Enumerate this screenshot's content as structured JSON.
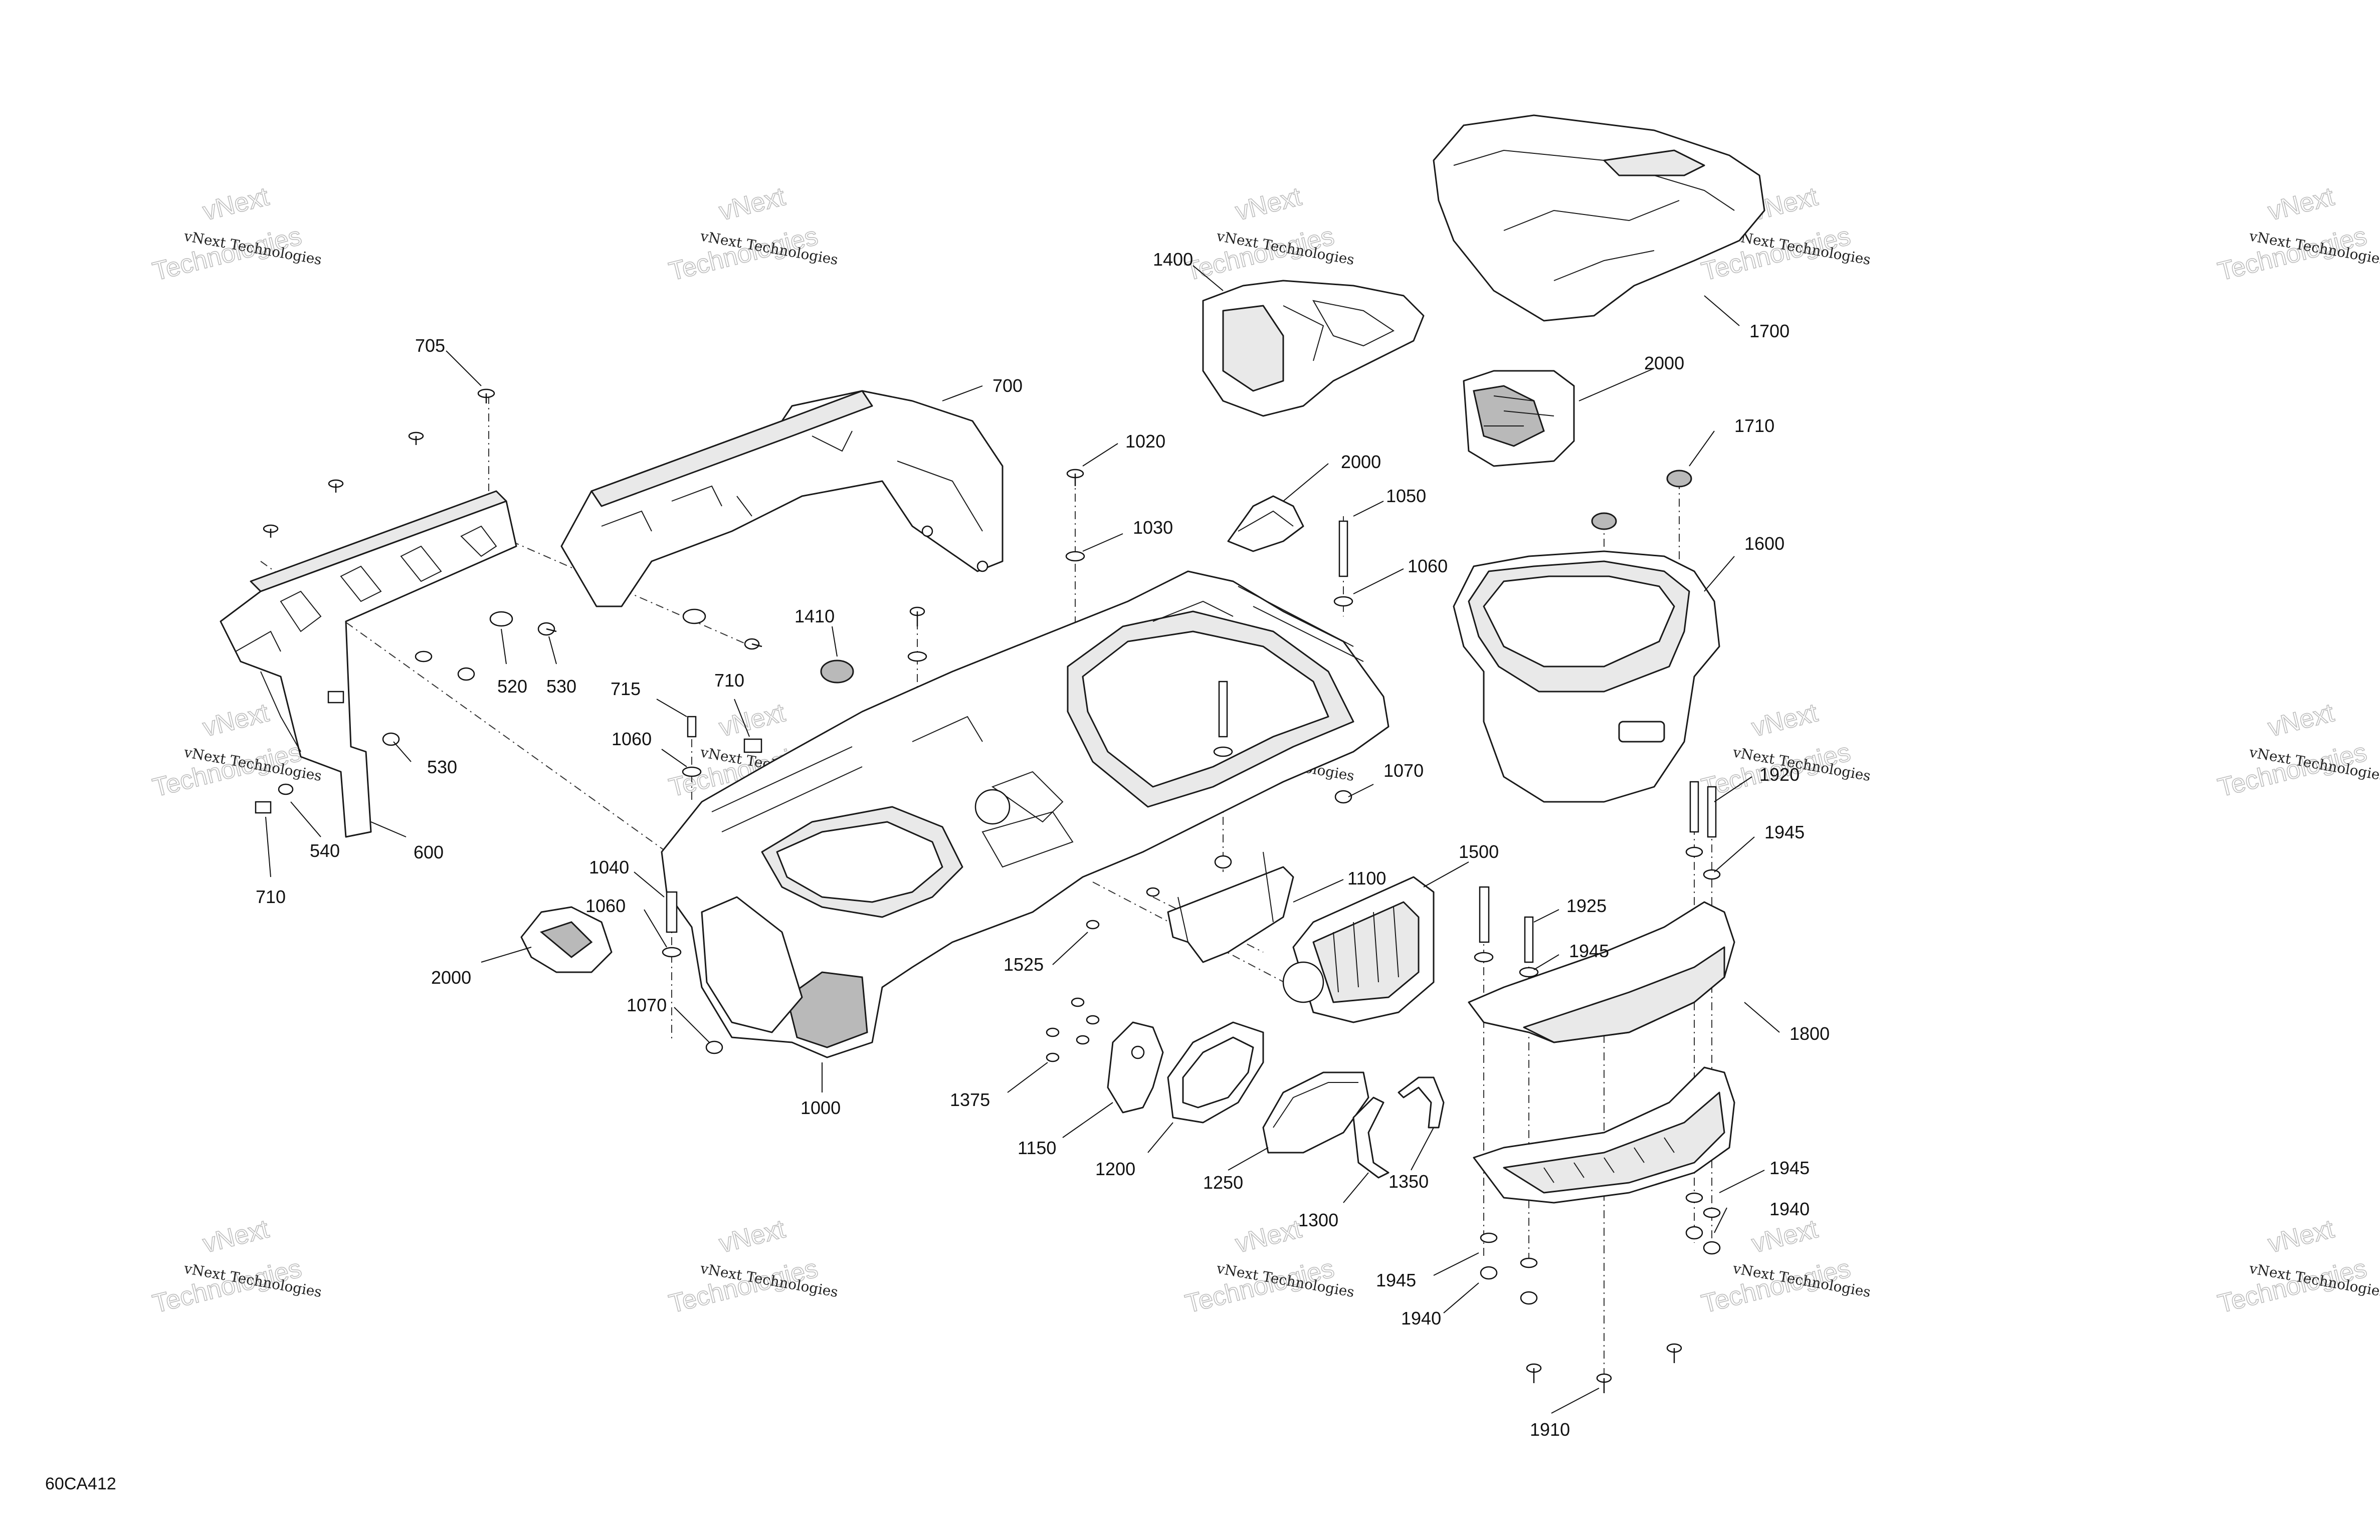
{
  "drawing_code": "60CA412",
  "watermark": {
    "line_small": "vNext Technologies",
    "line_big_1": "vNext",
    "line_big_2": "Technologies"
  },
  "callouts": [
    {
      "id": "c705",
      "label": "705"
    },
    {
      "id": "c700",
      "label": "700"
    },
    {
      "id": "c1400",
      "label": "1400"
    },
    {
      "id": "c1700",
      "label": "1700"
    },
    {
      "id": "c2000a",
      "label": "2000"
    },
    {
      "id": "c1020",
      "label": "1020"
    },
    {
      "id": "c2000b",
      "label": "2000"
    },
    {
      "id": "c1710",
      "label": "1710"
    },
    {
      "id": "c1050",
      "label": "1050"
    },
    {
      "id": "c1030",
      "label": "1030"
    },
    {
      "id": "c1600",
      "label": "1600"
    },
    {
      "id": "c1060a",
      "label": "1060"
    },
    {
      "id": "c1410",
      "label": "1410"
    },
    {
      "id": "c520",
      "label": "520"
    },
    {
      "id": "c530a",
      "label": "530"
    },
    {
      "id": "c715",
      "label": "715"
    },
    {
      "id": "c710a",
      "label": "710"
    },
    {
      "id": "c1060b",
      "label": "1060"
    },
    {
      "id": "c530b",
      "label": "530"
    },
    {
      "id": "c1070a",
      "label": "1070"
    },
    {
      "id": "c1920",
      "label": "1920"
    },
    {
      "id": "c1945a",
      "label": "1945"
    },
    {
      "id": "c540",
      "label": "540"
    },
    {
      "id": "c600",
      "label": "600"
    },
    {
      "id": "c1500",
      "label": "1500"
    },
    {
      "id": "c1040",
      "label": "1040"
    },
    {
      "id": "c1100",
      "label": "1100"
    },
    {
      "id": "c1925",
      "label": "1925"
    },
    {
      "id": "c710b",
      "label": "710"
    },
    {
      "id": "c1060c",
      "label": "1060"
    },
    {
      "id": "c1945b",
      "label": "1945"
    },
    {
      "id": "c1525",
      "label": "1525"
    },
    {
      "id": "c2000c",
      "label": "2000"
    },
    {
      "id": "c1070b",
      "label": "1070"
    },
    {
      "id": "c1800",
      "label": "1800"
    },
    {
      "id": "c1375",
      "label": "1375"
    },
    {
      "id": "c1000",
      "label": "1000"
    },
    {
      "id": "c1150",
      "label": "1150"
    },
    {
      "id": "c1200",
      "label": "1200"
    },
    {
      "id": "c1945c",
      "label": "1945"
    },
    {
      "id": "c1350",
      "label": "1350"
    },
    {
      "id": "c1250",
      "label": "1250"
    },
    {
      "id": "c1940a",
      "label": "1940"
    },
    {
      "id": "c1300",
      "label": "1300"
    },
    {
      "id": "c1945d",
      "label": "1945"
    },
    {
      "id": "c1940b",
      "label": "1940"
    },
    {
      "id": "c1910",
      "label": "1910"
    }
  ]
}
